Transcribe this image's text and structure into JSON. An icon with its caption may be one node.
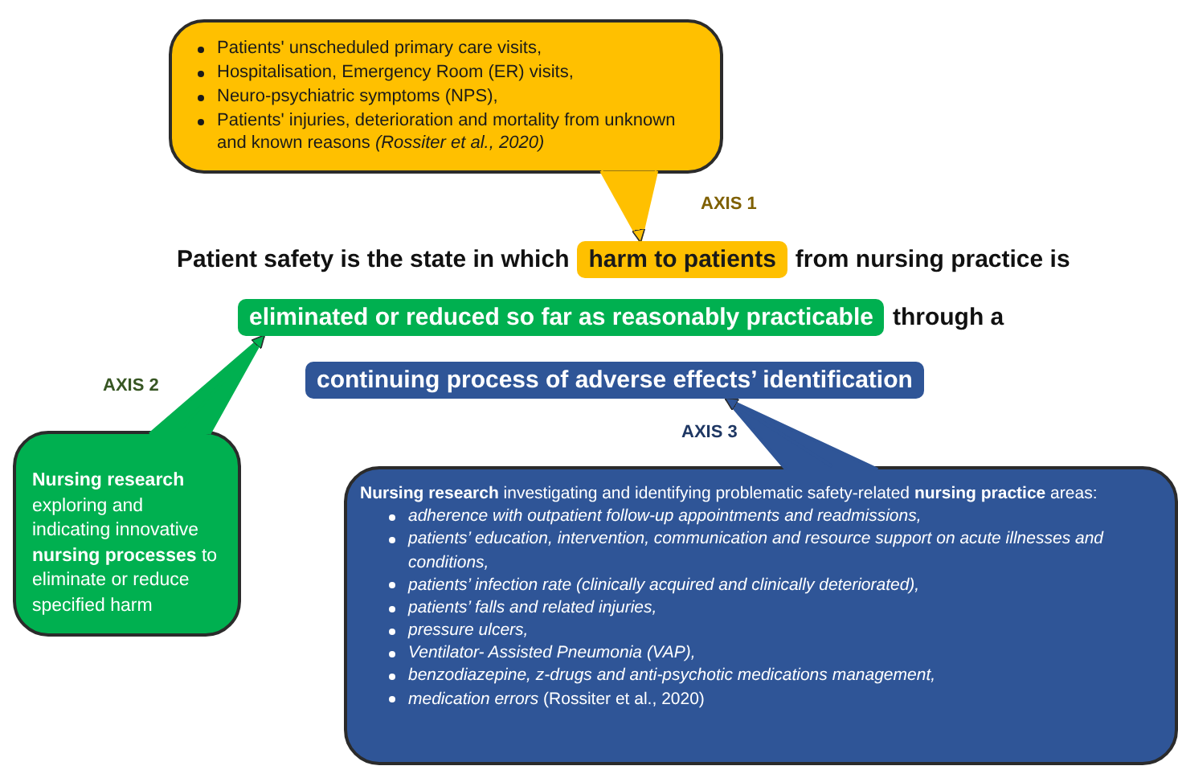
{
  "diagram": {
    "nodes": [
      {
        "text": [
          "Patients' unscheduled primary care visits,",
          "Hospitalisation, Emergency Room (ER) visits,",
          "Neuro-psychiatric symptoms (NPS),",
          "Patients' injuries, deterioration and mortality from unknown and known reasons *(Rossiter et al., 2020)*"
        ],
        "beside": [
          "AXIS 1"
        ]
      },
      {
        "text": [
          "harm to patients"
        ]
      },
      {
        "text": [
          "eliminated or reduced so far as reasonably practicable"
        ]
      },
      {
        "text": [
          "continuing process of adverse effects’ identification"
        ]
      },
      {
        "text": [
          "**Nursing research** exploring and indicating innovative **nursing processes** to eliminate or reduce specified harm"
        ],
        "beside": [
          "AXIS 2"
        ]
      },
      {
        "text": [
          "**Nursing research** investigating and identifying problematic safety-related **nursing practice** areas:",
          "adherence with outpatient follow-up appointments and readmissions,",
          "patients’ education, intervention, communication and resource support on acute illnesses and conditions,",
          "patients’ infection rate (clinically acquired and clinically deteriorated),",
          "patients’ falls and related injuries,",
          "pressure ulcers,",
          "Ventilator- Assisted Pneumonia (VAP),",
          "benzodiazepine, z-drugs and anti-psychotic medications management,",
          "*medication errors* (Rossiter et al., 2020)"
        ],
        "beside": [
          "AXIS 3"
        ]
      }
    ],
    "edges": [
      {
        "from": 0,
        "to": 1,
        "arrow": "to",
        "color": "#ffc000"
      },
      {
        "from": 4,
        "to": 2,
        "arrow": "to",
        "color": "#00b050"
      },
      {
        "from": 5,
        "to": 3,
        "arrow": "to",
        "color": "#2f5597"
      }
    ],
    "labels": [
      "Patient safety is the state in which",
      "from nursing practice is",
      "through a"
    ]
  }
}
